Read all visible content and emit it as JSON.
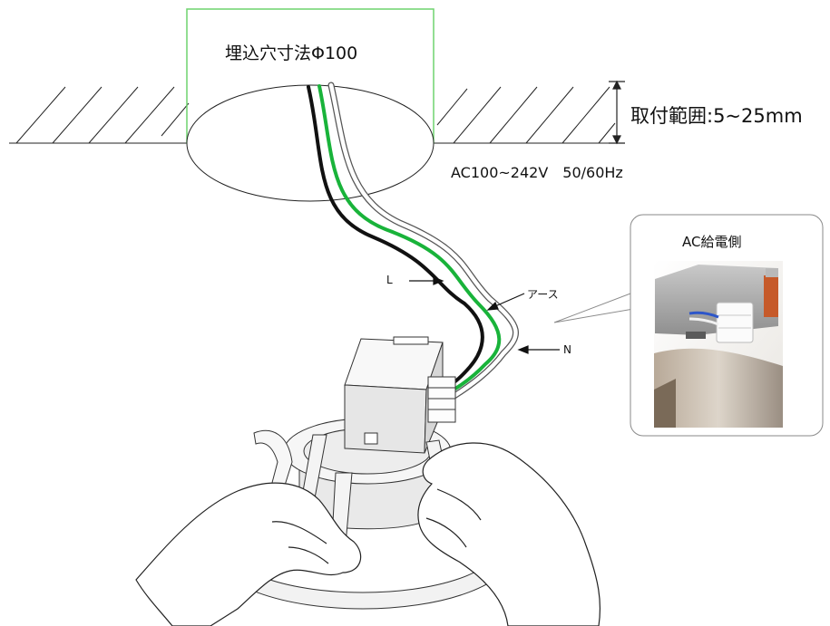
{
  "labels": {
    "cutout": "埋込穴寸法Φ100",
    "mount_range": "取付範囲:5~25mm",
    "power": "AC100~242V　50/60Hz",
    "live": "L",
    "earth": "アース",
    "neutral": "N",
    "callout_title": "AC給電側"
  },
  "colors": {
    "earth_wire": "#19b33a",
    "live_wire": "#111111",
    "neutral_wire": "#ffffff",
    "cutout_box": "#6fd36f",
    "photo_box": "#8a8a8a"
  }
}
